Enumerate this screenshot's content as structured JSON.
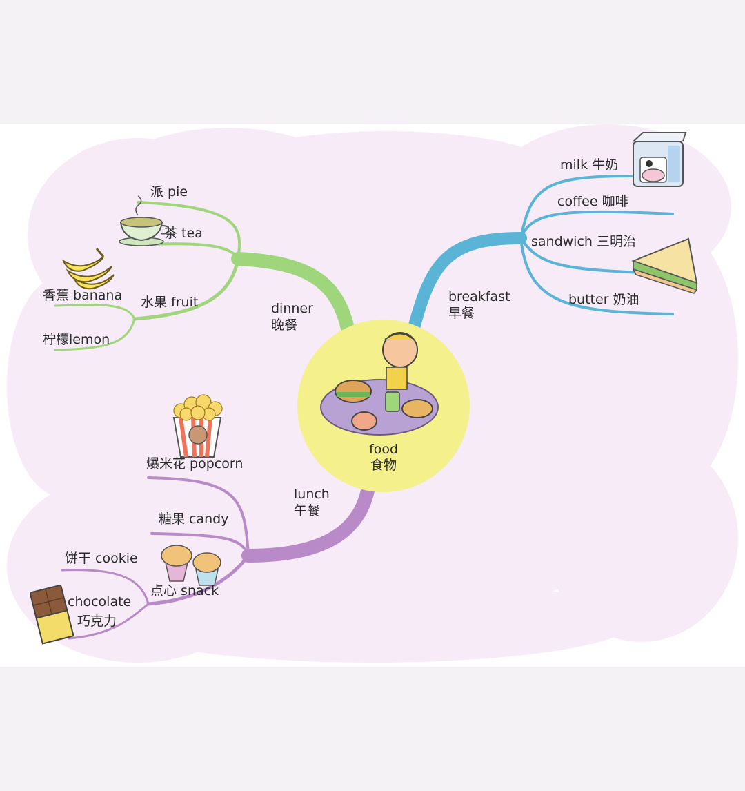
{
  "center": {
    "en": "food",
    "zh": "食物"
  },
  "branches": {
    "dinner": {
      "en": "dinner",
      "zh": "晚餐",
      "color": "#9fd67c",
      "children": [
        "派 pie",
        "茶 tea",
        "水果 fruit"
      ],
      "fruit_children": [
        "香蕉 banana",
        "柠檬lemon"
      ]
    },
    "breakfast": {
      "en": "breakfast",
      "zh": "早餐",
      "color": "#5ab4d6",
      "children": [
        "milk 牛奶",
        "coffee 咖啡",
        "sandwich 三明治",
        "butter 奶油"
      ]
    },
    "lunch": {
      "en": "lunch",
      "zh": "午餐",
      "color": "#b98ac8",
      "children": [
        "爆米花 popcorn",
        "糖果 candy",
        "点心 snack"
      ],
      "snack_children": [
        "饼干 cookie",
        "chocolate",
        "巧克力"
      ]
    }
  },
  "icons": [
    "tea-cup-icon",
    "banana-icon",
    "milk-carton-icon",
    "sandwich-icon",
    "popcorn-icon",
    "cupcake-icon",
    "chocolate-icon",
    "food-table-icon"
  ],
  "colors": {
    "cloud": "#f7ebf8",
    "center_circle": "#f4f08c",
    "table": "#b8a2d4"
  }
}
